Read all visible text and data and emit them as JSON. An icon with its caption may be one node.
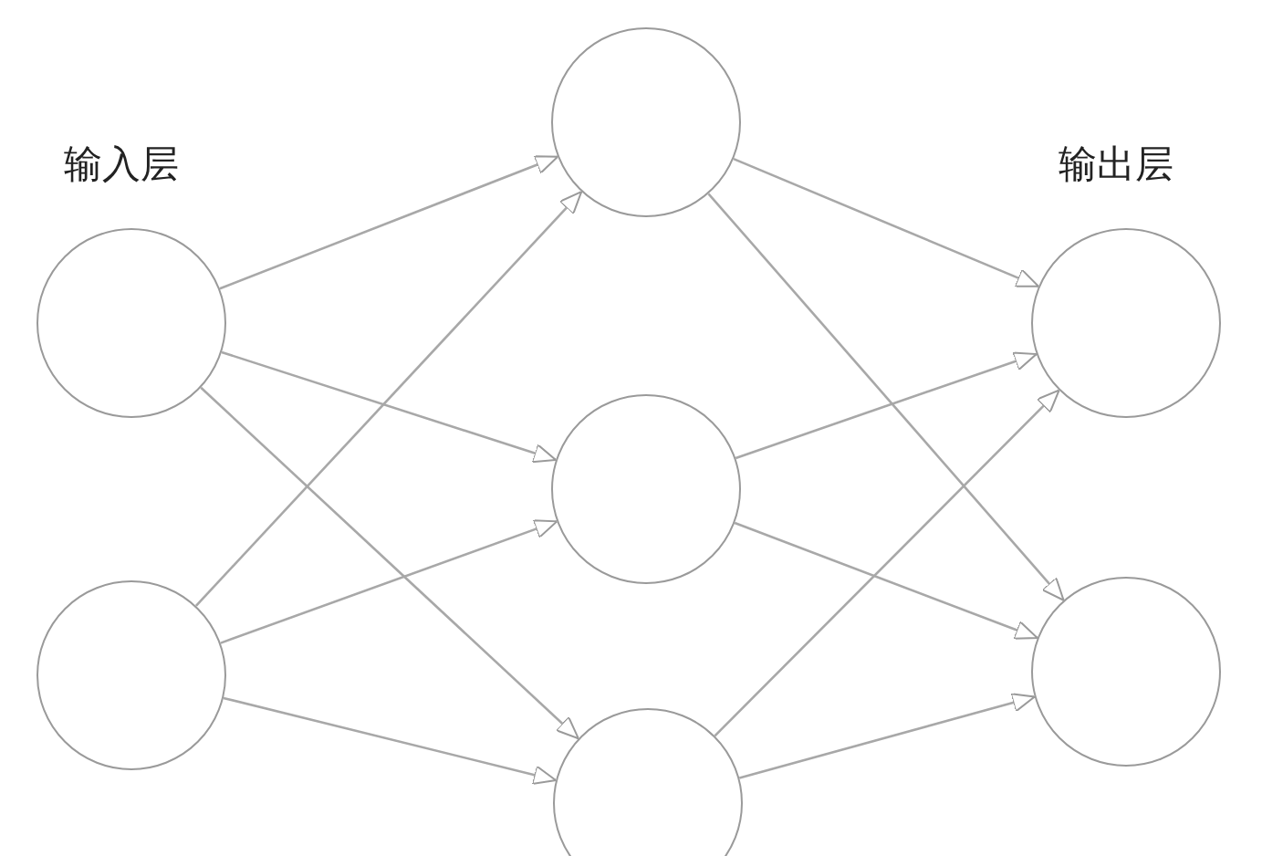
{
  "diagram": {
    "nodes": [
      {
        "text": [],
        "shape": "circle"
      },
      {
        "text": [],
        "shape": "circle"
      },
      {
        "text": [],
        "shape": "circle"
      },
      {
        "text": [],
        "shape": "circle"
      },
      {
        "text": [],
        "shape": "circle"
      },
      {
        "text": [],
        "shape": "circle"
      },
      {
        "text": [],
        "shape": "circle"
      }
    ],
    "edges": [
      {
        "from": 0,
        "to": 2,
        "arrow": "to"
      },
      {
        "from": 0,
        "to": 3,
        "arrow": "to"
      },
      {
        "from": 0,
        "to": 4,
        "arrow": "to"
      },
      {
        "from": 1,
        "to": 2,
        "arrow": "to"
      },
      {
        "from": 1,
        "to": 3,
        "arrow": "to"
      },
      {
        "from": 1,
        "to": 4,
        "arrow": "to"
      },
      {
        "from": 2,
        "to": 5,
        "arrow": "to"
      },
      {
        "from": 2,
        "to": 6,
        "arrow": "to"
      },
      {
        "from": 3,
        "to": 5,
        "arrow": "to"
      },
      {
        "from": 3,
        "to": 6,
        "arrow": "to"
      },
      {
        "from": 4,
        "to": 5,
        "arrow": "to"
      },
      {
        "from": 4,
        "to": 6,
        "arrow": "to"
      }
    ],
    "labels": [
      "输入层",
      "输出层"
    ]
  }
}
